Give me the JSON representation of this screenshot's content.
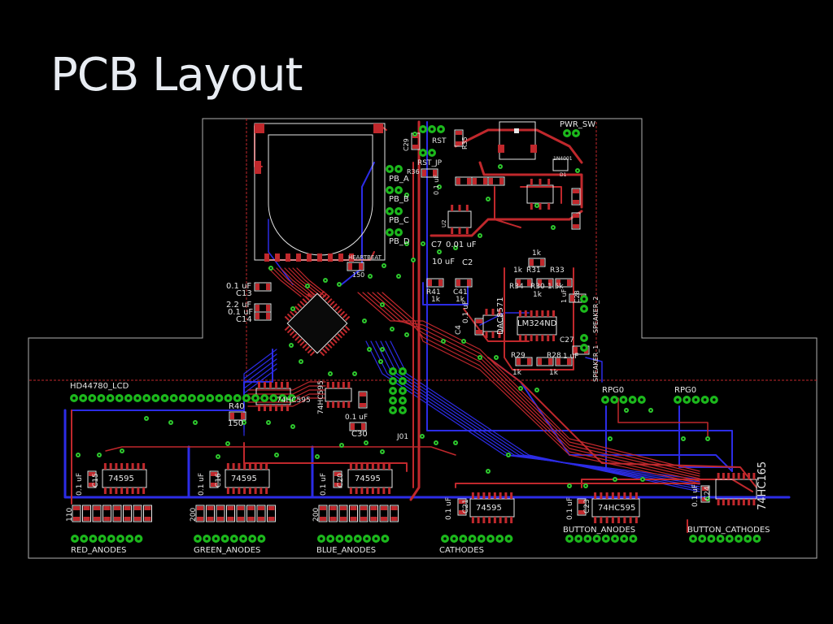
{
  "title": "PCB Layout",
  "colors": {
    "background": "#000000",
    "title": "#e8ecf2",
    "outline": "#b0b0b0",
    "top_copper": "#c0282c",
    "bottom_copper": "#2c2ce6",
    "pad": "#1cb81c",
    "pad_hole": "#000000",
    "silkscreen": "#e6e6e6",
    "via": "#2ec82e"
  },
  "labels": {
    "lcd": "HD44780_LCD",
    "pwr_sw": "PWR_SW",
    "rst": "RST",
    "rst_jp": "RST_JP",
    "c29": "C29",
    "r35": "R35",
    "r36": "R36",
    "pb_a": "PB_A",
    "pb_b": "PB_B",
    "pb_c": "PB_C",
    "pb_d": "PB_D",
    "heartbeat": "HEARTBEAT",
    "led150": "150",
    "c7": "C7",
    "c7_val": "0.01 uF",
    "c2": "C2",
    "c2_val": "10 uF",
    "c1_val": "0.1 uF",
    "c13_val": "0.1 uF",
    "c13": "C13",
    "c12_val": "2.2 uF",
    "c14_val": "0.1 uF",
    "c14": "C14",
    "r41": "R41",
    "r41_val": "1k",
    "c41": "C41",
    "c41_val": "1k",
    "c4": "C4",
    "c4_val": "0.1 uF",
    "dac": "DAC8571",
    "lm324": "LM324ND",
    "r1k_top": "1k",
    "r31": "R31",
    "r33": "R33",
    "r34": "R34",
    "r30": "R30",
    "r32": "R32",
    "r34_val": "1k",
    "r30_val": "1k",
    "r32_val": "1.5k",
    "c28_val": "1 uF",
    "c28": "C28",
    "c27": "C27",
    "c27_val": "1 uF",
    "r29": "R29",
    "r29_val": "1k",
    "r28": "R28",
    "r28_val": "1k",
    "speaker1": "SPEAKER_1",
    "speaker2": "SPEAKER_2",
    "rpg_left": "RPG0",
    "rpg_right": "RPG0",
    "r40": "R40",
    "r40_val": "150",
    "hc_lcd": "74HC595",
    "hc_mid": "74HC595",
    "c30_val": "0.1 uF",
    "c30": "C30",
    "j01": "J01",
    "c15_val": "0.1 uF",
    "c15": "C15",
    "c16_val": "0.1 uF",
    "c16": "C16",
    "c20_val": "0.1 uF",
    "c20": "C20",
    "c21_val": "0.1 uF",
    "c21": "C21",
    "c23_val": "0.1 uF",
    "c23": "C23",
    "c24_val": "0.1 uF",
    "c24": "C24",
    "chip_red": "74595",
    "chip_green": "74595",
    "chip_blue": "74595",
    "chip_cath": "74595",
    "chip_btn": "74HC595",
    "chip_165": "74HC165",
    "val_red": "110",
    "val_green": "200",
    "val_blue": "200",
    "red_anodes": "RED_ANODES",
    "green_anodes": "GREEN_ANODES",
    "blue_anodes": "BLUE_ANODES",
    "cathodes": "CATHODES",
    "button_anodes": "BUTTON_ANODES",
    "button_cathodes": "BUTTON_CATHODES",
    "d1": "D1",
    "d1_part": "1N4001",
    "u2": "U2"
  }
}
